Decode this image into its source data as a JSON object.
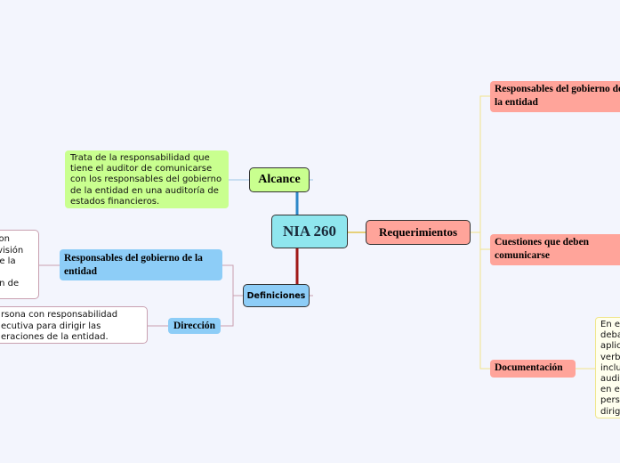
{
  "central": {
    "title": "NIA 260"
  },
  "alcance": {
    "title": "Alcance",
    "note": "Trata de la responsabilidad que tiene el auditor de comunicarse con los responsables del gobierno de la entidad en una auditoría de estados financieros."
  },
  "definiciones": {
    "title": "Definiciones",
    "responsables": {
      "title": "Responsables del gobierno de la entidad",
      "note_lines": [
        "con",
        "rvisión",
        "de la",
        "",
        "ón de"
      ]
    },
    "direccion": {
      "title": "Dirección",
      "note_lines": [
        "rsona con responsabilidad",
        "ecutiva para dirigir las",
        "eraciones de la entidad."
      ]
    }
  },
  "requerimientos": {
    "title": "Requerimientos",
    "items": [
      {
        "title": "Responsables del gobierno de la entidad"
      },
      {
        "title": "Cuestiones que deben comunicarse"
      },
      {
        "title": "Documentación"
      }
    ],
    "doc_note_lines": [
      "En el",
      "deba",
      "aplic",
      "verba",
      "inclu",
      "audit",
      "en el",
      "perso",
      "dirigi"
    ]
  },
  "colors": {
    "central": "#8fe6ee",
    "alcance": "#c9ff8f",
    "requerimientos": "#ffa49a",
    "definiciones": "#8dcdf7",
    "background": "#f3f5fd"
  }
}
